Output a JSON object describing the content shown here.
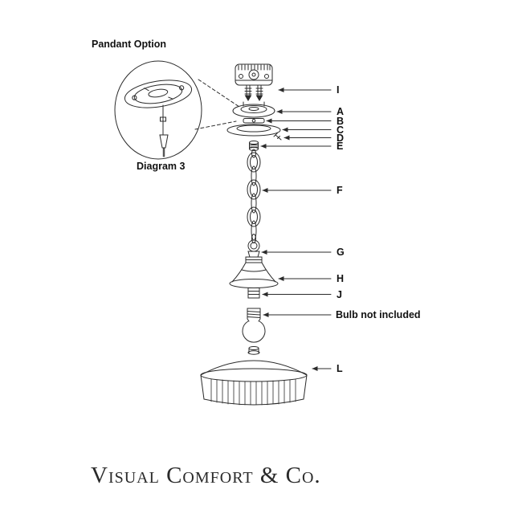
{
  "inset": {
    "title": "Pandant Option",
    "caption": "Diagram 3"
  },
  "part_labels": {
    "i": "I",
    "a": "A",
    "b": "B",
    "c": "C",
    "d": "D",
    "e": "E",
    "f": "F",
    "g": "G",
    "h": "H",
    "j": "J",
    "l": "L"
  },
  "notes": {
    "bulb": "Bulb not included"
  },
  "footer": {
    "brand": "Visual Comfort & Co."
  },
  "colors": {
    "line": "#2b2b2b",
    "background": "#ffffff"
  }
}
